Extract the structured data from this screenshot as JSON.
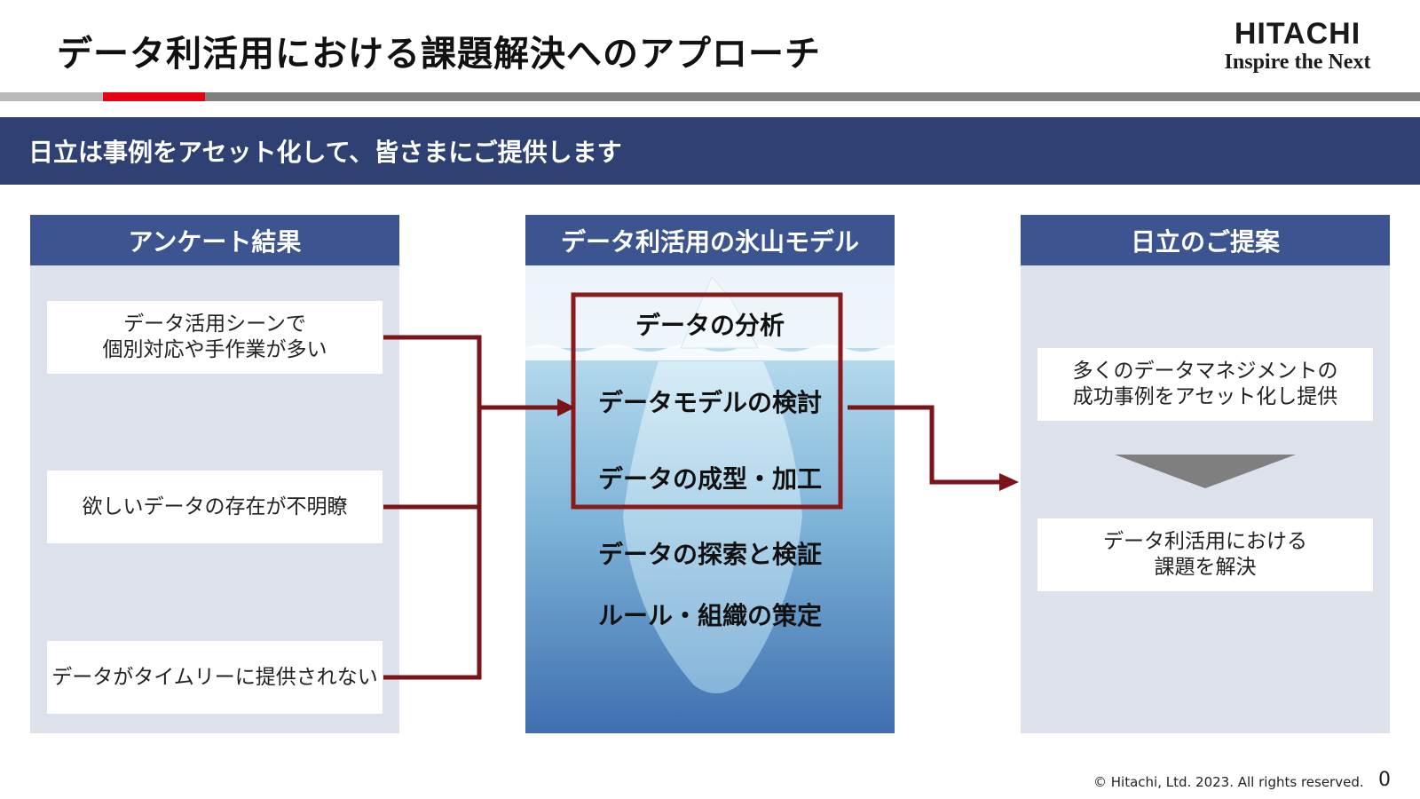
{
  "header": {
    "title": "データ利活用における課題解決へのアプローチ",
    "logo_main": "HITACHI",
    "logo_tagline": "Inspire the Next"
  },
  "banner": {
    "text": "日立は事例をアセット化して、皆さまにご提供します"
  },
  "survey": {
    "title": "アンケート結果",
    "items": [
      [
        "データ活用シーンで",
        "個別対応や手作業が多い"
      ],
      [
        "欲しいデータの存在が不明瞭"
      ],
      [
        "データがタイムリーに提供されない"
      ]
    ]
  },
  "iceberg": {
    "title": "データ利活用の氷山モデル",
    "above": [
      "データの分析",
      "データモデルの検討",
      "データの成型・加工"
    ],
    "below": [
      "データの探索と検証",
      "ルール・組織の策定"
    ]
  },
  "proposal": {
    "title": "日立のご提案",
    "items": [
      [
        "多くのデータマネジメントの",
        "成功事例をアセット化し提供"
      ],
      [
        "データ利活用における",
        "課題を解決"
      ]
    ]
  },
  "colors": {
    "banner": "#2f4172",
    "panel_header": "#3c5490",
    "panel_body": "#dde1ec",
    "connector": "#7b1418",
    "accent_red": "#e60012",
    "arrow_gray": "#7f7f7f"
  },
  "footer": {
    "copyright": "© Hitachi, Ltd. 2023. All rights reserved.",
    "page": "0"
  }
}
